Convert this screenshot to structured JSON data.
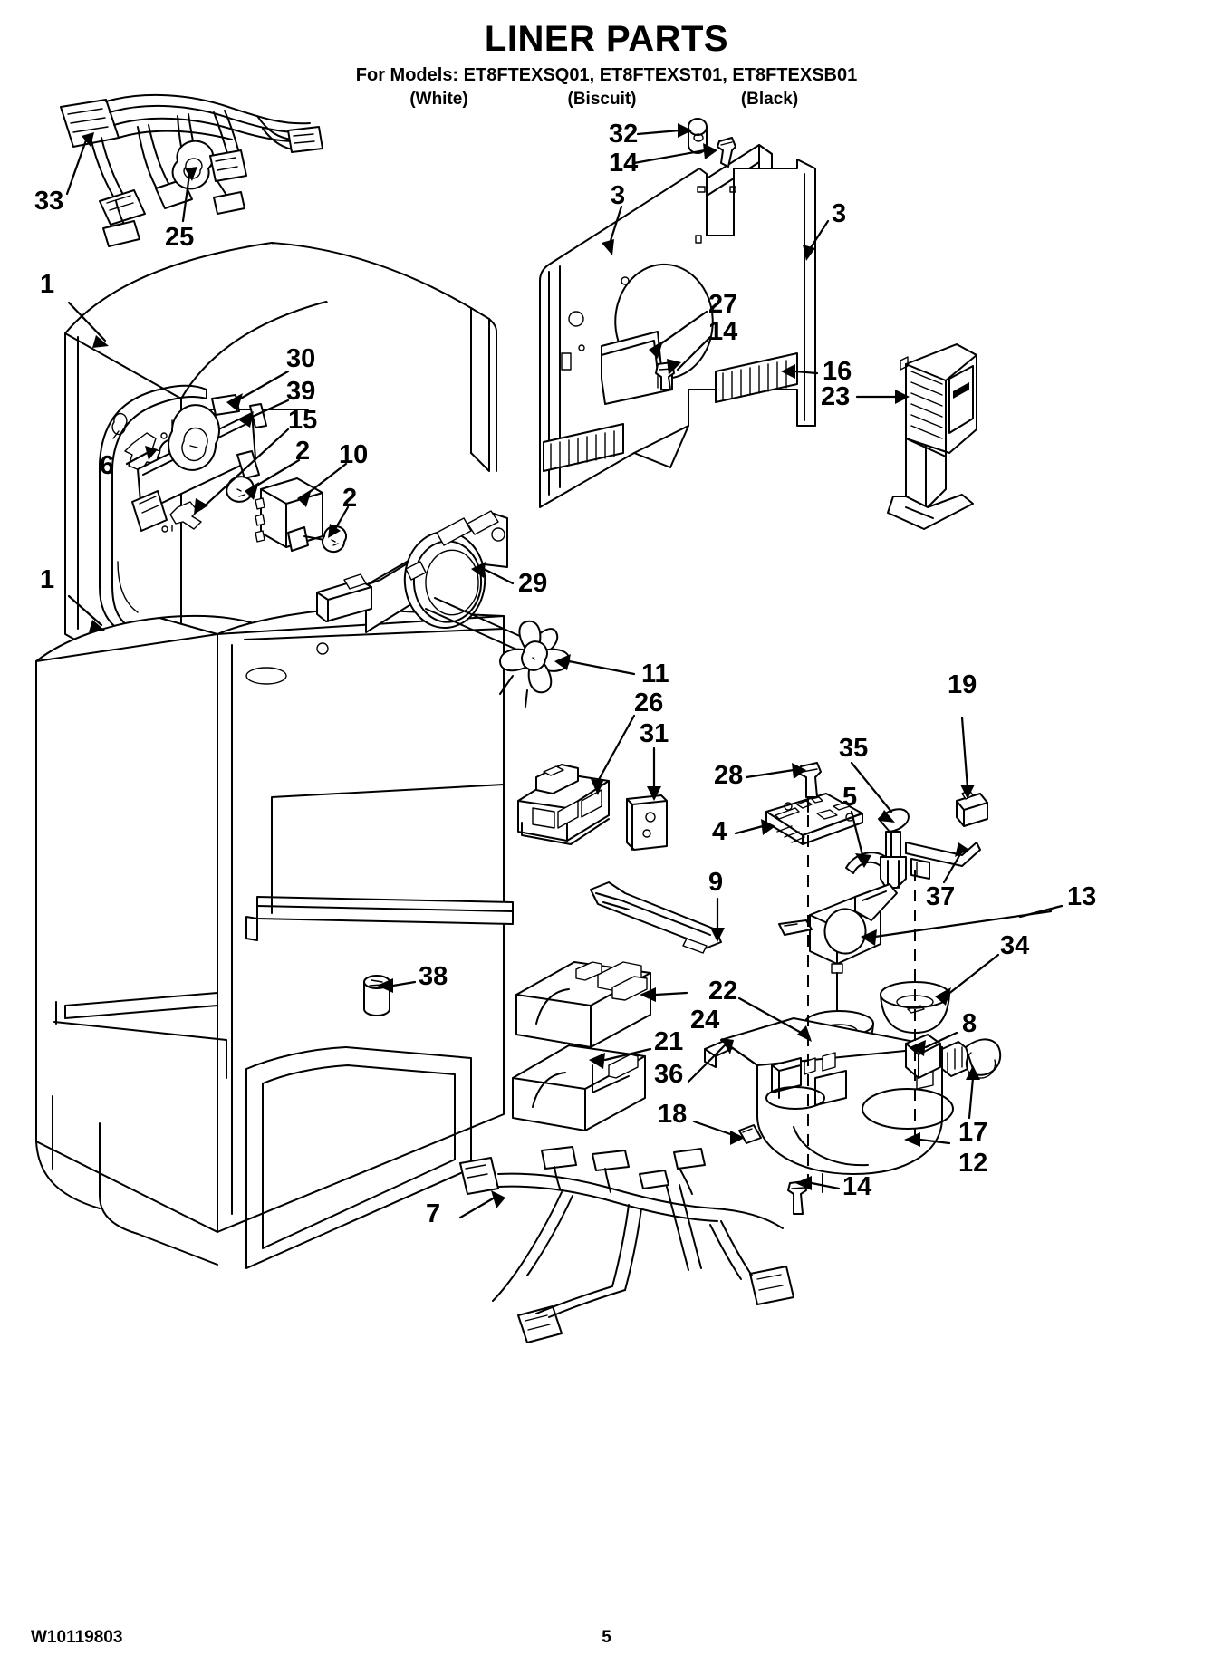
{
  "header": {
    "title": "LINER PARTS",
    "models_line": "For Models: ET8FTEXSQ01, ET8FTEXST01, ET8FTEXSB01",
    "color_white": "(White)",
    "color_biscuit": "(Biscuit)",
    "color_black": "(Black)"
  },
  "footer": {
    "document_number": "W10119803",
    "page_number": "5"
  },
  "callouts": [
    {
      "id": "c33",
      "label": "33"
    },
    {
      "id": "c25",
      "label": "25"
    },
    {
      "id": "c1a",
      "label": "1"
    },
    {
      "id": "c1b",
      "label": "1"
    },
    {
      "id": "c30",
      "label": "30"
    },
    {
      "id": "c39",
      "label": "39"
    },
    {
      "id": "c15",
      "label": "15"
    },
    {
      "id": "c6",
      "label": "6"
    },
    {
      "id": "c2a",
      "label": "2"
    },
    {
      "id": "c10",
      "label": "10"
    },
    {
      "id": "c2b",
      "label": "2"
    },
    {
      "id": "c32",
      "label": "32"
    },
    {
      "id": "c14a",
      "label": "14"
    },
    {
      "id": "c3a",
      "label": "3"
    },
    {
      "id": "c3b",
      "label": "3"
    },
    {
      "id": "c27",
      "label": "27"
    },
    {
      "id": "c14b",
      "label": "14"
    },
    {
      "id": "c16",
      "label": "16"
    },
    {
      "id": "c23",
      "label": "23"
    },
    {
      "id": "c29",
      "label": "29"
    },
    {
      "id": "c11",
      "label": "11"
    },
    {
      "id": "c26",
      "label": "26"
    },
    {
      "id": "c31",
      "label": "31"
    },
    {
      "id": "c19",
      "label": "19"
    },
    {
      "id": "c35",
      "label": "35"
    },
    {
      "id": "c28",
      "label": "28"
    },
    {
      "id": "c5",
      "label": "5"
    },
    {
      "id": "c4",
      "label": "4"
    },
    {
      "id": "c9",
      "label": "9"
    },
    {
      "id": "c13",
      "label": "13"
    },
    {
      "id": "c37",
      "label": "37"
    },
    {
      "id": "c34",
      "label": "34"
    },
    {
      "id": "c38",
      "label": "38"
    },
    {
      "id": "c22",
      "label": "22"
    },
    {
      "id": "c24",
      "label": "24"
    },
    {
      "id": "c8",
      "label": "8"
    },
    {
      "id": "c21",
      "label": "21"
    },
    {
      "id": "c36",
      "label": "36"
    },
    {
      "id": "c18",
      "label": "18"
    },
    {
      "id": "c17",
      "label": "17"
    },
    {
      "id": "c12",
      "label": "12"
    },
    {
      "id": "c14c",
      "label": "14"
    },
    {
      "id": "c7",
      "label": "7"
    }
  ],
  "parts": {
    "upper_harness": "wiring-harness-upper",
    "cabinet_liner_top": "liner-cabinet-upper",
    "cabinet_liner_bottom": "liner-cabinet-lower",
    "rear_panel": "rear-air-duct-panel",
    "damper_control": "damper-control-housing",
    "fan_shroud": "evaporator-fan-shroud",
    "fan_blade": "evaporator-fan-blade",
    "thermostat": "cold-control-thermostat",
    "control_board": "electronic-control-board",
    "light_socket": "light-socket",
    "bulb": "light-bulb",
    "grommet": "grommet-cup",
    "auger_housing": "dispenser-auger-housing",
    "lower_harness": "wiring-harness-lower",
    "screw": "screw",
    "bracket": "mounting-bracket",
    "ice_chute": "ice-chute-block"
  }
}
